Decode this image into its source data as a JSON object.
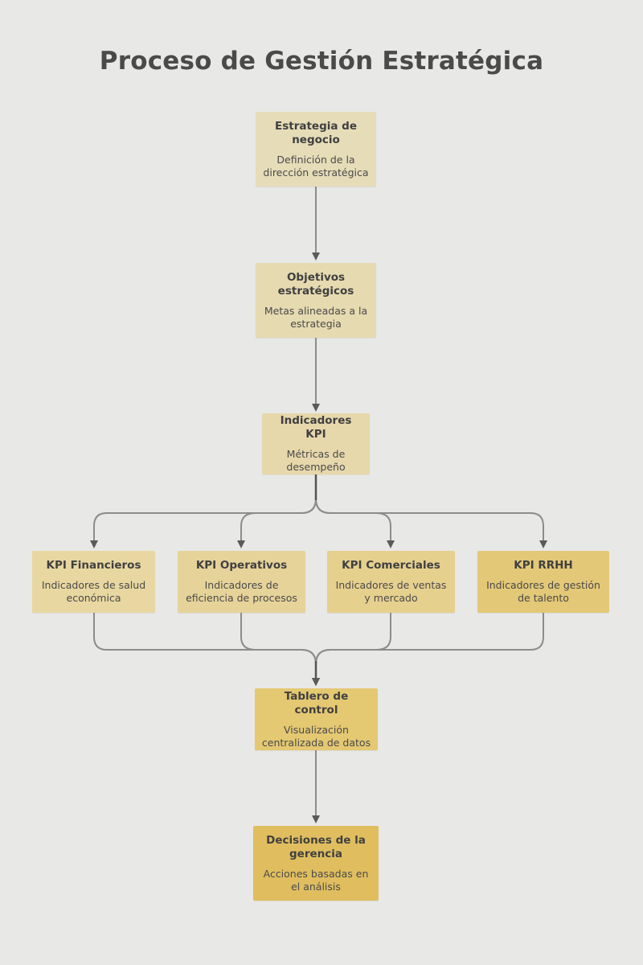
{
  "title": "Proceso de Gestión Estratégica",
  "nodes": {
    "estrategia": {
      "title": "Estrategia de negocio",
      "desc": "Definición de la dirección estratégica"
    },
    "objetivos": {
      "title": "Objetivos estratégicos",
      "desc": "Metas alineadas a la estrategia"
    },
    "kpi": {
      "title": "Indicadores KPI",
      "desc": "Métricas de desempeño"
    },
    "financieros": {
      "title": "KPI Financieros",
      "desc": "Indicadores de salud económica"
    },
    "operativos": {
      "title": "KPI Operativos",
      "desc": "Indicadores de eficiencia de procesos"
    },
    "comerciales": {
      "title": "KPI Comerciales",
      "desc": "Indicadores de ventas y mercado"
    },
    "rrhh": {
      "title": "KPI RRHH",
      "desc": "Indicadores de gestión de talento"
    },
    "tablero": {
      "title": "Tablero de control",
      "desc": "Visualización centralizada de datos"
    },
    "decisiones": {
      "title": "Decisiones de la gerencia",
      "desc": "Acciones basadas en el análisis"
    }
  },
  "edges": [
    {
      "from": "estrategia",
      "to": "objetivos"
    },
    {
      "from": "objetivos",
      "to": "kpi"
    },
    {
      "from": "kpi",
      "to": "financieros"
    },
    {
      "from": "kpi",
      "to": "operativos"
    },
    {
      "from": "kpi",
      "to": "comerciales"
    },
    {
      "from": "kpi",
      "to": "rrhh"
    },
    {
      "from": "financieros",
      "to": "tablero"
    },
    {
      "from": "operativos",
      "to": "tablero"
    },
    {
      "from": "comerciales",
      "to": "tablero"
    },
    {
      "from": "rrhh",
      "to": "tablero"
    },
    {
      "from": "tablero",
      "to": "decisiones"
    }
  ],
  "colors": {
    "background": "#e8e8e6",
    "connector": "#8c8c8c",
    "connector_dark": "#555555"
  }
}
